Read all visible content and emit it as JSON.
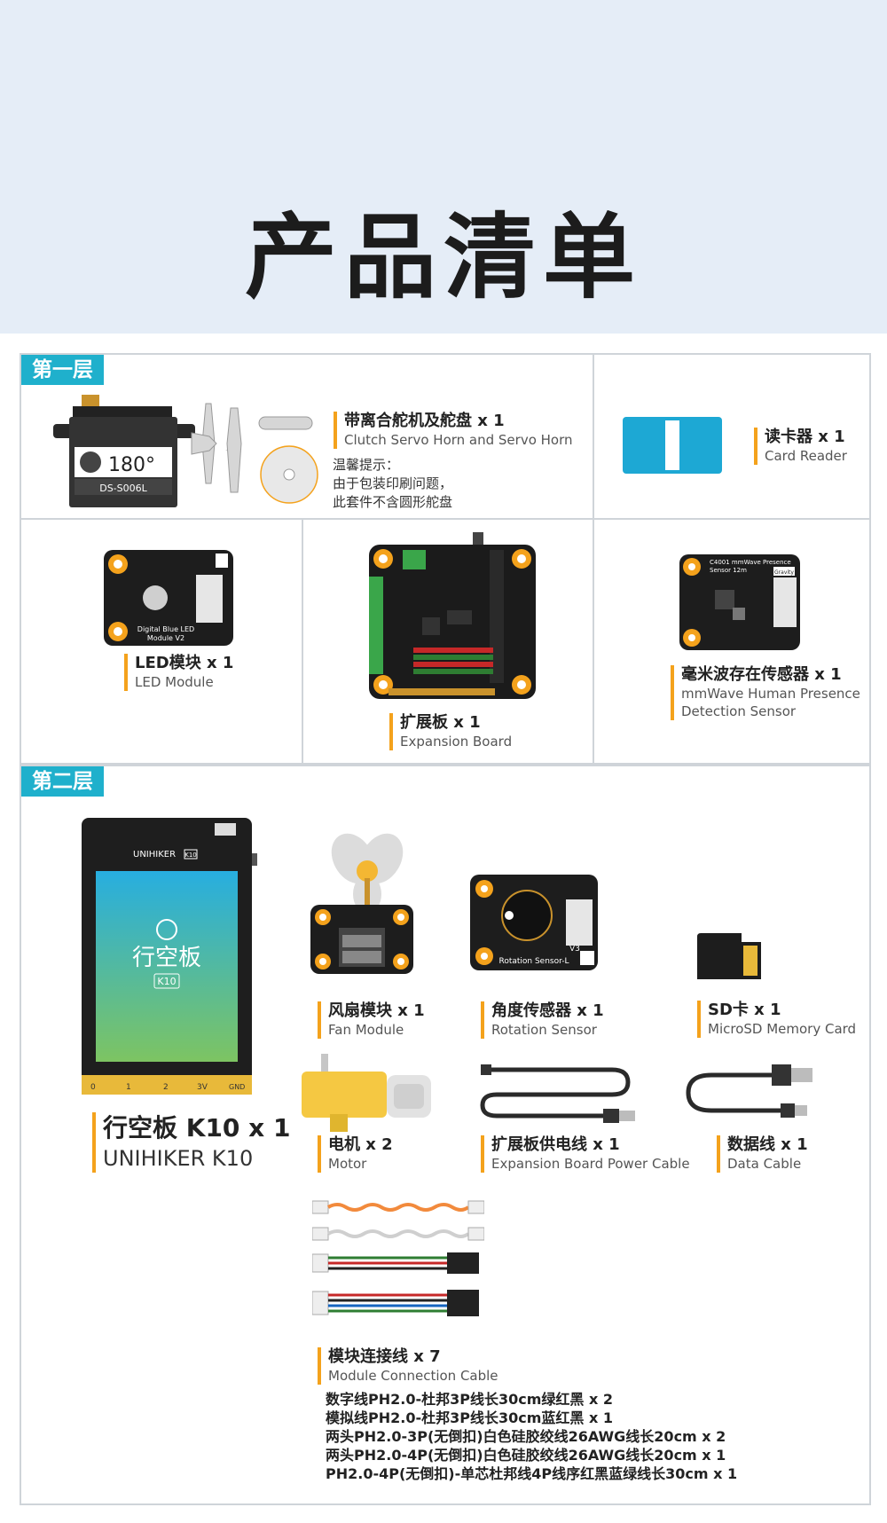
{
  "page": {
    "title": "产品清单"
  },
  "layer1": {
    "tag": "第一层",
    "servo": {
      "name_zh": "带离合舵机及舵盘 x 1",
      "name_en": "Clutch Servo Horn and Servo Horn",
      "note_title": "温馨提示：",
      "note_line1": "由于包装印刷问题，",
      "note_line2": "此套件不含圆形舵盘",
      "body_angle": "180°",
      "body_model": "DS-S006L"
    },
    "card_reader": {
      "name_zh": "读卡器 x 1",
      "name_en": "Card Reader"
    },
    "led": {
      "name_zh": "LED模块 x 1",
      "name_en": "LED Module",
      "board_line1": "Digital Blue LED",
      "board_line2": "Module V2"
    },
    "expansion": {
      "name_zh": "扩展板 x 1",
      "name_en": "Expansion Board"
    },
    "mmwave": {
      "name_zh": "毫米波存在传感器 x 1",
      "name_en_line1": "mmWave Human Presence",
      "name_en_line2": "Detection Sensor",
      "board_title": "C4001 mmWave Presence",
      "board_sub": "Sensor 12m",
      "board_brand": "Gravity"
    }
  },
  "layer2": {
    "tag": "第二层",
    "k10": {
      "name_zh": "行空板 K10 x 1",
      "name_en": "UNIHIKER K10",
      "brand": "UNIHIKER",
      "brand_badge": "K10",
      "screen_text": "行空板",
      "screen_badge": "K10",
      "pin_0": "0",
      "pin_1": "1",
      "pin_2": "2",
      "pin_3v": "3V",
      "pin_gnd": "GND"
    },
    "fan": {
      "name_zh": "风扇模块 x 1",
      "name_en": "Fan Module"
    },
    "rotation": {
      "name_zh": "角度传感器 x 1",
      "name_en": "Rotation Sensor",
      "board_text": "Rotation Sensor-L",
      "board_ver": "V3"
    },
    "sd": {
      "name_zh": "SD卡 x 1",
      "name_en": "MicroSD Memory Card"
    },
    "motor": {
      "name_zh": "电机 x 2",
      "name_en": "Motor"
    },
    "power_cable": {
      "name_zh": "扩展板供电线 x 1",
      "name_en": "Expansion Board Power Cable"
    },
    "data_cable": {
      "name_zh": "数据线 x 1",
      "name_en": "Data Cable"
    },
    "module_cable": {
      "name_zh": "模块连接线 x 7",
      "name_en": "Module Connection Cable",
      "specs": [
        "数字线PH2.0-杜邦3P线长30cm绿红黑 x 2",
        "模拟线PH2.0-杜邦3P线长30cm蓝红黑 x 1",
        "两头PH2.0-3P(无倒扣)白色硅胶绞线26AWG线长20cm x 2",
        "两头PH2.0-4P(无倒扣)白色硅胶绞线26AWG线长20cm x 1",
        "PH2.0-4P(无倒扣)-单芯杜邦线4P线序红黑蓝绿线长30cm x 1"
      ]
    }
  },
  "colors": {
    "accent_tag": "#1fb0cc",
    "accent_bar": "#f4a21c",
    "header_bg": "#e5edf7",
    "card_blue": "#1da8d4"
  }
}
